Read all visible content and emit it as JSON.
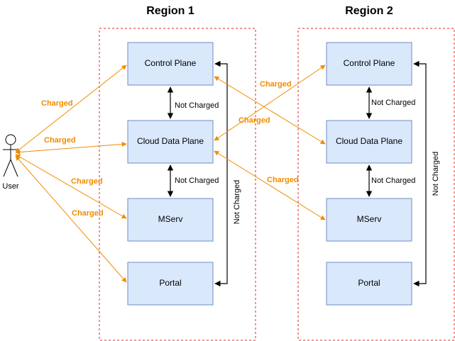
{
  "colors": {
    "node_fill": "#dae8fc",
    "node_stroke": "#6c8ebf",
    "region_border": "#e0242a",
    "charged_edge": "#f08c00",
    "not_charged_edge": "#000000"
  },
  "actor": {
    "label": "User",
    "icon": "user-actor-icon"
  },
  "regions": [
    {
      "title": "Region 1",
      "nodes": {
        "control_plane": "Control Plane",
        "cloud_data_plane": "Cloud Data Plane",
        "mserv": "MServ",
        "portal": "Portal"
      },
      "edges": {
        "cp_to_cdp": "Not Charged",
        "cdp_to_mserv": "Not Charged",
        "cp_to_portal": "Not Charged"
      }
    },
    {
      "title": "Region 2",
      "nodes": {
        "control_plane": "Control Plane",
        "cloud_data_plane": "Cloud Data Plane",
        "mserv": "MServ",
        "portal": "Portal"
      },
      "edges": {
        "cp_to_cdp": "Not Charged",
        "cdp_to_mserv": "Not Charged",
        "cp_to_portal": "Not Charged"
      }
    }
  ],
  "user_edges": {
    "to_control_plane": "Charged",
    "to_cloud_data_plane": "Charged",
    "to_mserv": "Charged",
    "to_portal": "Charged"
  },
  "cross_region_edges": {
    "r2_control_plane_to_r1_cloud_data_plane": "Charged",
    "r1_control_plane_to_r2_cloud_data_plane": "Charged",
    "r1_cloud_data_plane_to_r2_mserv": "Charged"
  }
}
